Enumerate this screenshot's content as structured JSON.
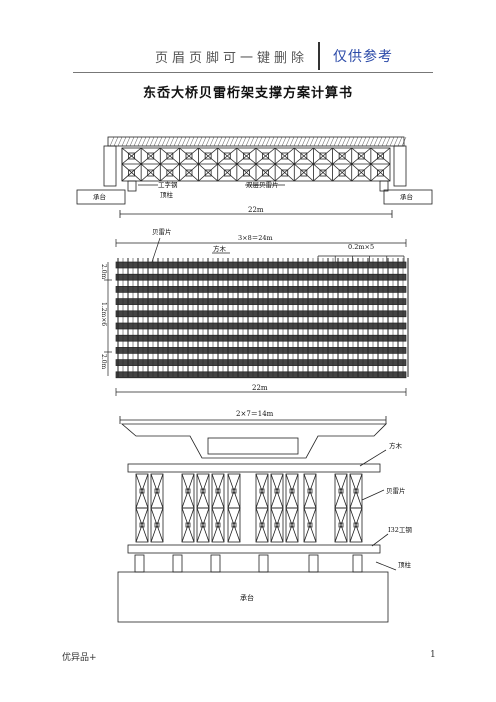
{
  "header": {
    "left_text": "页眉页脚可一键删除",
    "right_text": "仅供参考"
  },
  "title": "东岙大桥贝雷桁架支撑方案计算书",
  "figure1": {
    "label_i_beam": "工字钢",
    "label_column": "顶柱",
    "label_double_layer": "双层贝雷片",
    "label_abutment_left": "承台",
    "label_abutment_right": "承台",
    "dimension": "22m"
  },
  "figure2": {
    "label_bailey": "贝雷片",
    "label_timber": "方木",
    "dim_top": "3×8＝24m",
    "dim_spacing": "0.2m×5",
    "side_dim_1": "2.0m",
    "side_dim_2": "1.2m×6",
    "side_dim_3": "2.0m",
    "dimension_bottom": "22m"
  },
  "figure3": {
    "dim_top": "2×7＝14m",
    "label_timber": "方木",
    "label_bailey": "贝雷片",
    "label_i_beam": "I32工钢",
    "label_column": "顶柱",
    "label_abutment": "承台"
  },
  "footer": {
    "left_text": "优异品+",
    "page_number": "1"
  }
}
